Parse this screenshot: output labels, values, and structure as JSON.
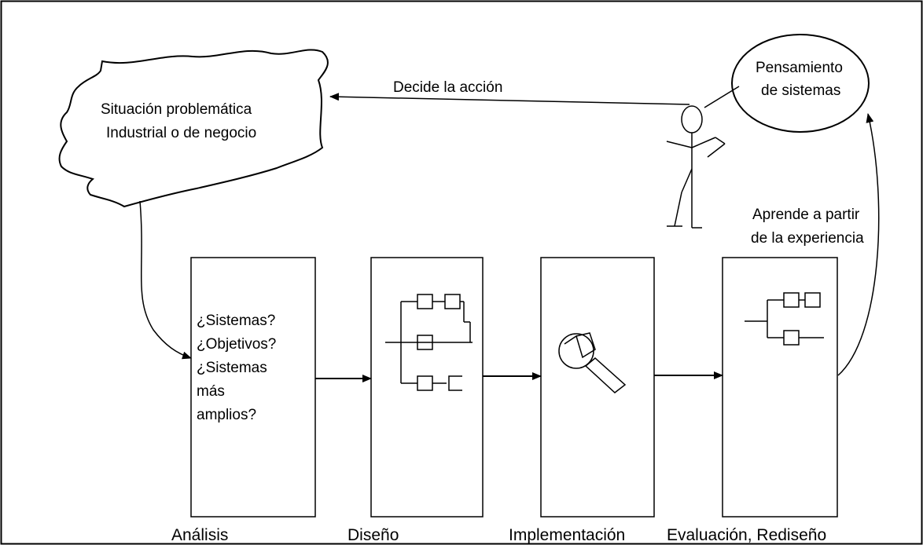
{
  "cloud": {
    "line1": "Situación problemática",
    "line2": "Industrial o de negocio"
  },
  "thought": {
    "line1": "Pensamiento",
    "line2": "de sistemas"
  },
  "arrows": {
    "decide": "Decide la acción",
    "learn_line1": "Aprende a partir",
    "learn_line2": "de la experiencia"
  },
  "analysis_box": {
    "line1": "¿Sistemas?",
    "line2": "¿Objetivos?",
    "line3": "¿Sistemas",
    "line4": "más",
    "line5": "amplios?"
  },
  "stages": {
    "analysis": "Análisis",
    "design": "Diseño",
    "implementation": "Implementación",
    "evaluation": "Evaluación, Rediseño"
  }
}
